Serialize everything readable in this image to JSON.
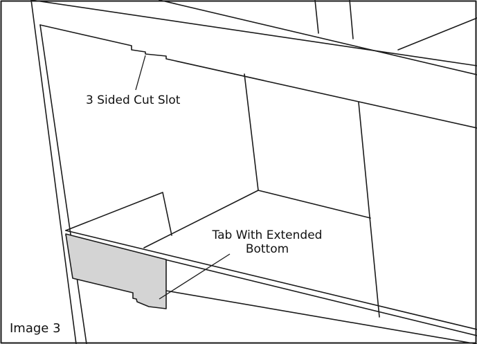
{
  "diagram": {
    "callouts": {
      "slot": "3 Sided Cut Slot",
      "tab_line1": "Tab With Extended",
      "tab_line2": "Bottom"
    },
    "caption": "Image 3",
    "colors": {
      "line": "#1a1a1a",
      "tab_fill": "#d4d4d4",
      "background": "#ffffff"
    }
  }
}
